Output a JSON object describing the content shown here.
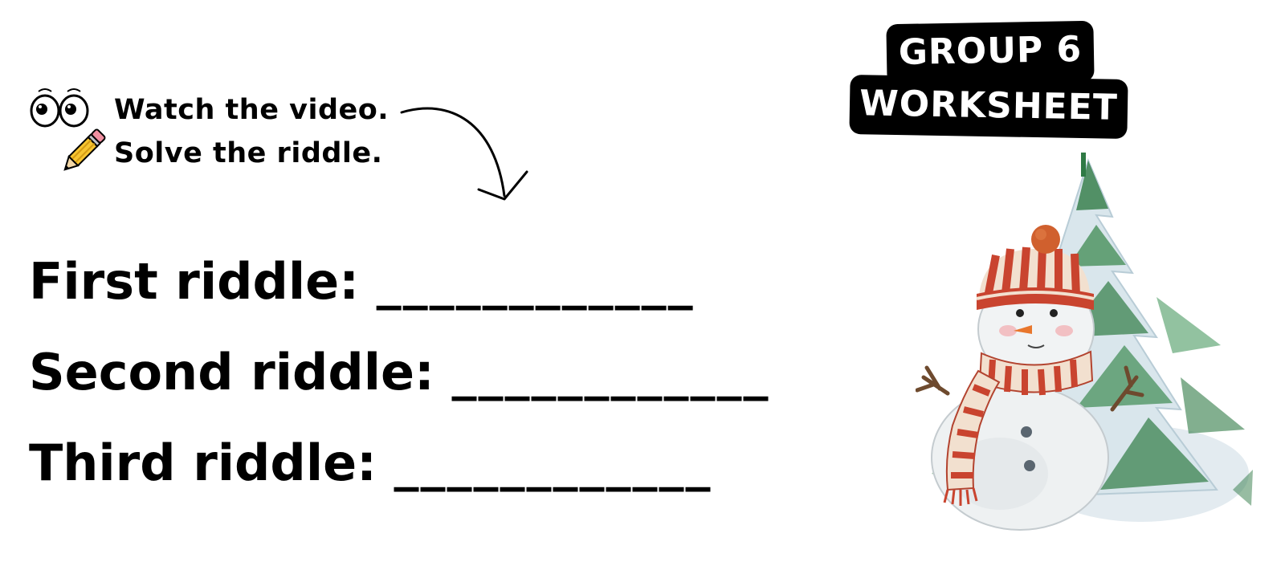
{
  "instructions": {
    "line1": "Watch the video.",
    "line2": "Solve the riddle."
  },
  "riddles": [
    {
      "label": "First riddle:",
      "blank": "____________"
    },
    {
      "label": "Second riddle:",
      "blank": "____________"
    },
    {
      "label": "Third riddle:",
      "blank": "____________"
    }
  ],
  "badge": {
    "line1": "GROUP 6",
    "line2": "WORKSHEET"
  },
  "icons": {
    "eyes": "eyes-icon",
    "pencil": "pencil-icon",
    "arrow": "curved-arrow-icon",
    "illustration": "snowman-tree-illustration"
  },
  "colors": {
    "text": "#000000",
    "badge_bg": "#000000",
    "badge_text": "#ffffff",
    "hat_red": "#c9442f",
    "tree_green": "#2f7a45"
  }
}
